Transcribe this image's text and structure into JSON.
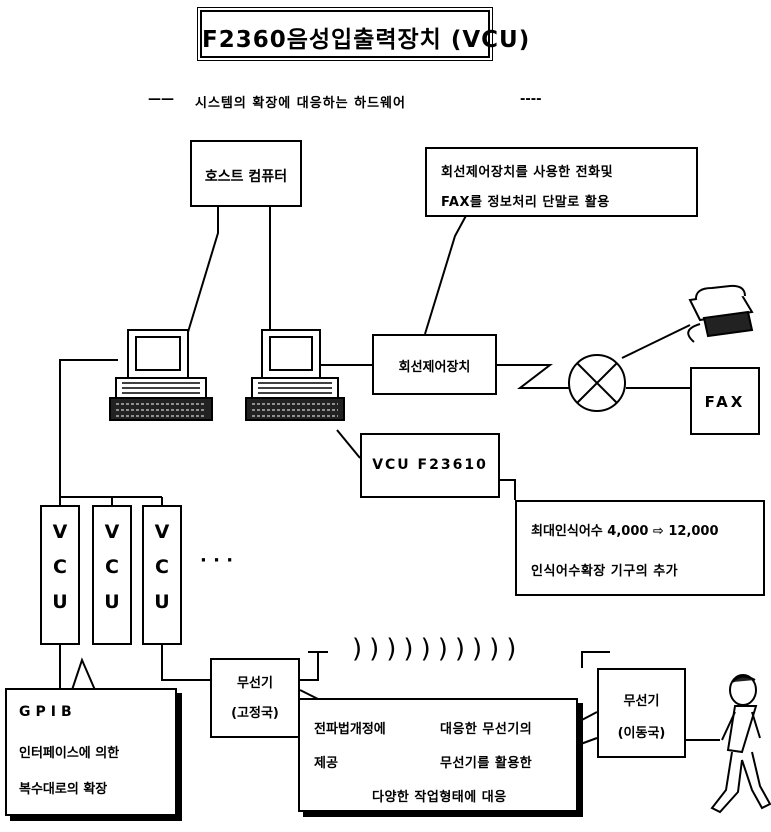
{
  "title": "F2360음성입출력장치 (VCU)",
  "subtitle": {
    "left_dash": "——",
    "text": "시스템의 확장에 대응하는 하드웨어",
    "right_dash": "----"
  },
  "host": {
    "label": "호스트 컴퓨터"
  },
  "line_fax_note": {
    "line1": "회선제어장치를 사용한 전화및",
    "line2": "FAX를 정보처리 단말로 활용"
  },
  "line_control": {
    "label": "회선제어장치"
  },
  "fax": {
    "label": "FAX"
  },
  "vcu_f23610": {
    "label": "VCU F23610"
  },
  "recognition_note": {
    "line1": "최대인식어수 4,000 ⇨ 12,000",
    "line2": "인식어수확장 기구의 추가"
  },
  "vcu_units": [
    {
      "letters": [
        "V",
        "C",
        "U"
      ]
    },
    {
      "letters": [
        "V",
        "C",
        "U"
      ]
    },
    {
      "letters": [
        "V",
        "C",
        "U"
      ]
    }
  ],
  "ellipsis": "· · ·",
  "radio_waves": "))))))))))",
  "radio_fixed": {
    "line1": "무선기",
    "line2": "(고정국)"
  },
  "radio_mobile": {
    "line1": "무선기",
    "line2": "(이동국)"
  },
  "gpib_note": {
    "line1": "GPIB",
    "line2": "인터페이스에 의한",
    "line3": "복수대로의 확장"
  },
  "radio_note": {
    "line1_left": "전파법개정에",
    "line1_right": "대응한 무선기의",
    "line2_left": "제공",
    "line2_right": "무선기를 활용한",
    "line3": "다양한 작업형태에 대응"
  }
}
